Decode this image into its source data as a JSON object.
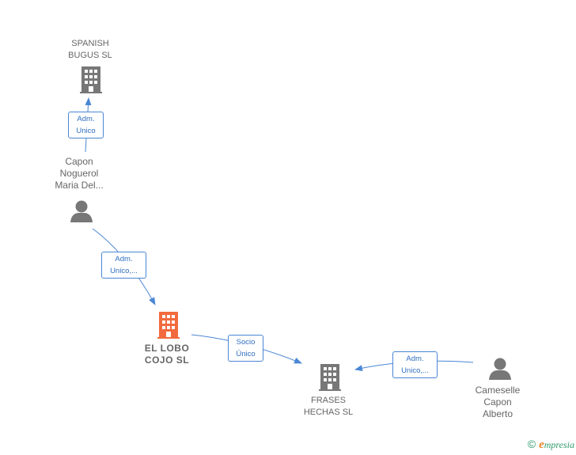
{
  "colors": {
    "company": "#777777",
    "company_main": "#f26a3d",
    "person": "#777777",
    "edge": "#4a86d4"
  },
  "nodes": {
    "spanish_bugus": {
      "label": "SPANISH\nBUGUS  SL",
      "icon": "building-icon"
    },
    "capon_noguerol": {
      "label": "Capon\nNoguerol\nMaria Del...",
      "icon": "person-icon"
    },
    "el_lobo_cojo": {
      "label": "EL LOBO\nCOJO  SL",
      "icon": "building-icon"
    },
    "frases_hechas": {
      "label": "FRASES\nHECHAS  SL",
      "icon": "building-icon"
    },
    "cameselle": {
      "label": "Cameselle\nCapon\nAlberto",
      "icon": "person-icon"
    }
  },
  "edges": {
    "capon_to_spanish": {
      "label": "Adm.\nUnico"
    },
    "capon_to_lobo": {
      "label": "Adm.\nUnico,..."
    },
    "lobo_to_frases": {
      "label": "Socio\nÚnico"
    },
    "cameselle_to_frases": {
      "label": "Adm.\nUnico,..."
    }
  },
  "footer": {
    "copyright": "©",
    "brand_e": "e",
    "brand_rest": "mpresia"
  }
}
